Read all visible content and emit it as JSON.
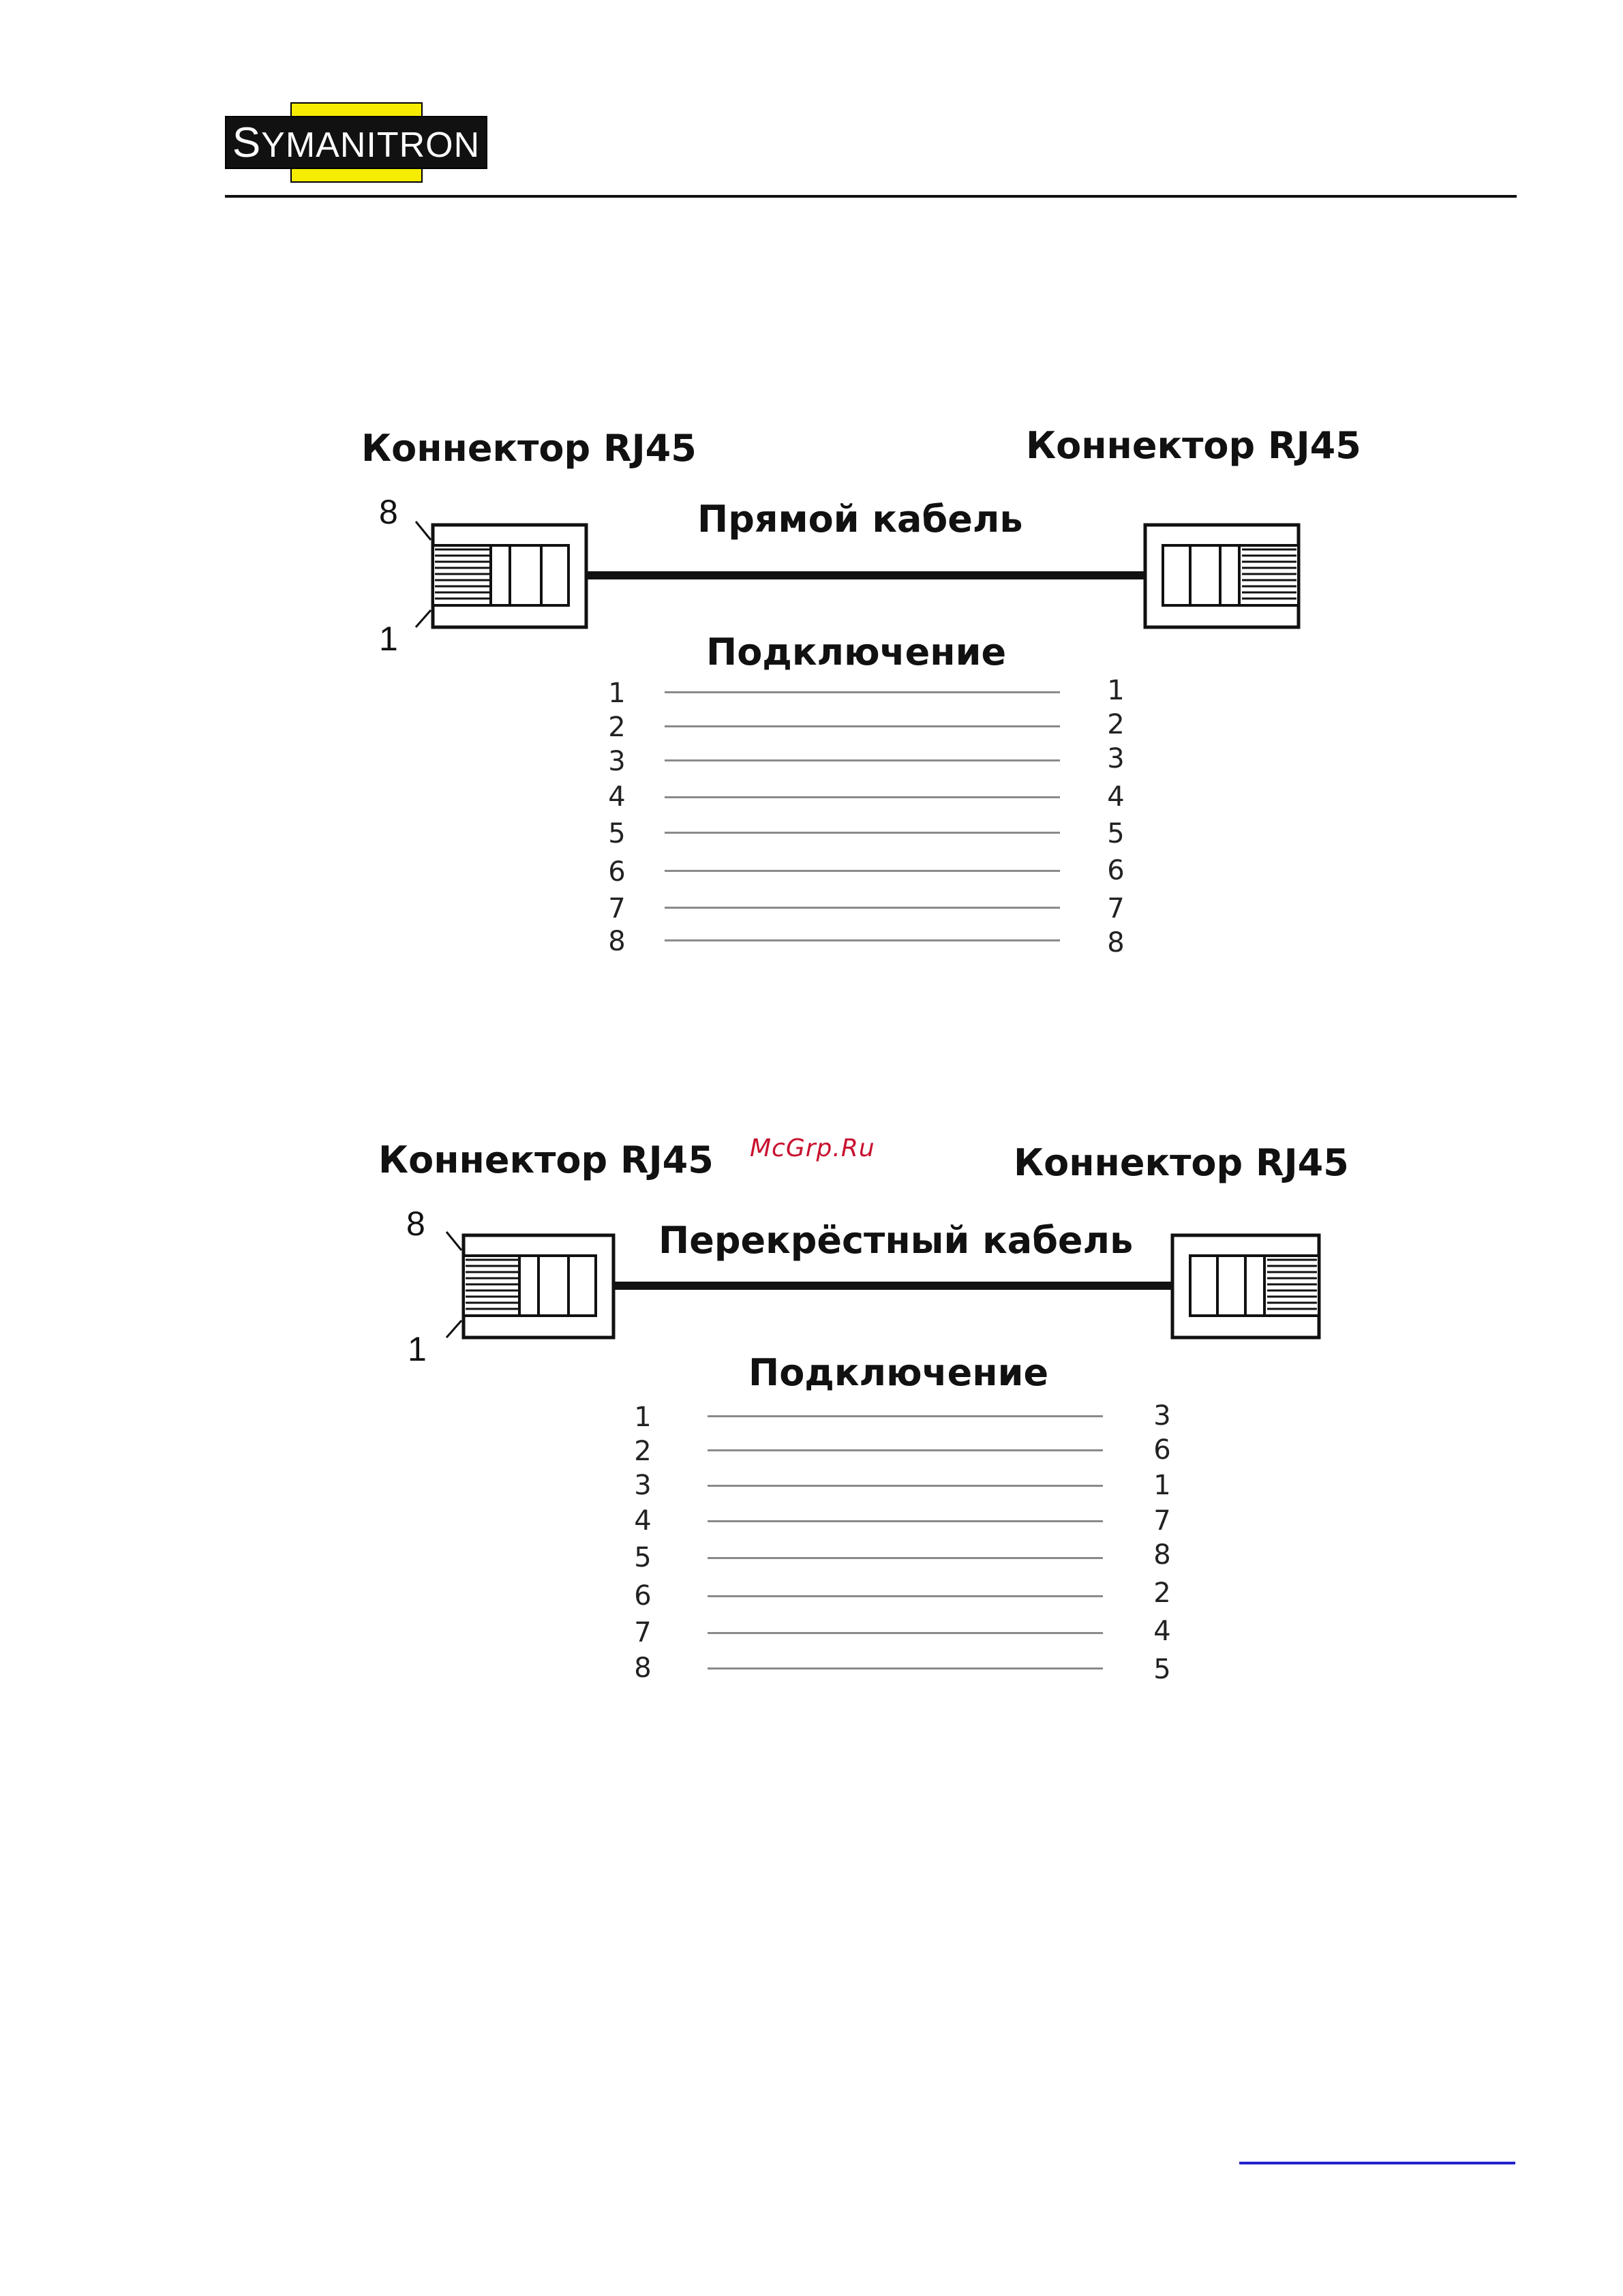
{
  "header": {
    "logo_text": "SYMANITRON",
    "logo_text_lead": "S",
    "logo_text_rest": "YMANITRON"
  },
  "diagrams": [
    {
      "left_connector_label": "Коннектор RJ45",
      "right_connector_label": "Коннектор RJ45",
      "cable_label": "Прямой кабель",
      "pin_label_top": "8",
      "pin_label_bottom": "1",
      "wiring_title": "Подключение",
      "wiring": [
        {
          "left": "1",
          "right": "1"
        },
        {
          "left": "2",
          "right": "2"
        },
        {
          "left": "3",
          "right": "3"
        },
        {
          "left": "4",
          "right": "4"
        },
        {
          "left": "5",
          "right": "5"
        },
        {
          "left": "6",
          "right": "6"
        },
        {
          "left": "7",
          "right": "7"
        },
        {
          "left": "8",
          "right": "8"
        }
      ]
    },
    {
      "left_connector_label": "Коннектор RJ45",
      "right_connector_label": "Коннектор RJ45",
      "cable_label": "Перекрёстный кабель",
      "pin_label_top": "8",
      "pin_label_bottom": "1",
      "wiring_title": "Подключение",
      "wiring": [
        {
          "left": "1",
          "right": "3"
        },
        {
          "left": "2",
          "right": "6"
        },
        {
          "left": "3",
          "right": "1"
        },
        {
          "left": "4",
          "right": "7"
        },
        {
          "left": "5",
          "right": "8"
        },
        {
          "left": "6",
          "right": "2"
        },
        {
          "left": "7",
          "right": "4"
        },
        {
          "left": "8",
          "right": "5"
        }
      ]
    }
  ],
  "watermark": "McGrp.Ru"
}
